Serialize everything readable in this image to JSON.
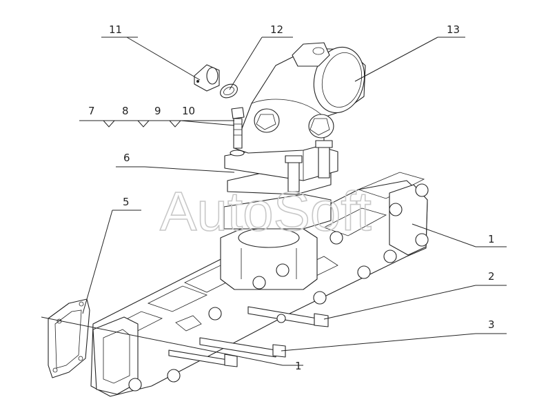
{
  "diagram": {
    "watermark": "AutoSoft",
    "callouts": {
      "c1a": "1",
      "c1b": "1",
      "c2": "2",
      "c3": "3",
      "c5": "5",
      "c6": "6",
      "c7": "7",
      "c8": "8",
      "c9": "9",
      "c10": "10",
      "c11": "11",
      "c12": "12",
      "c13": "13"
    }
  }
}
